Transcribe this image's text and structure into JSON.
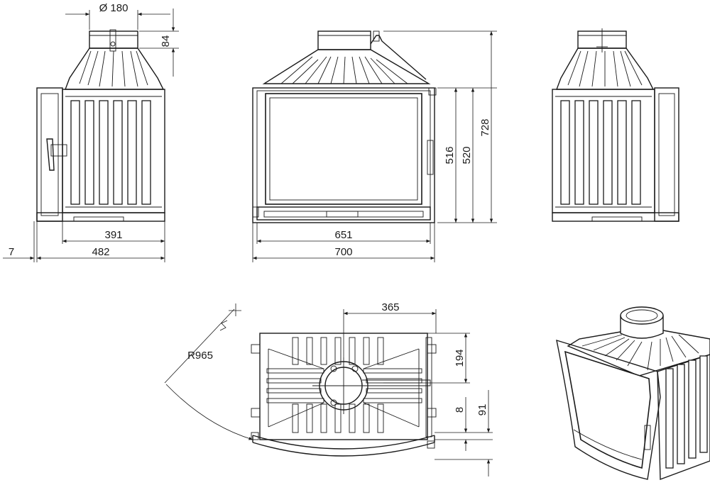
{
  "dimensions": {
    "flue_diameter": "Ø 180",
    "flue_height": "84",
    "side_width_inner": "391",
    "side_width_total": "482",
    "side_offset": "7",
    "front_width_inner": "651",
    "front_width_total": "700",
    "height_516": "516",
    "height_520": "520",
    "height_total": "728",
    "top_offset_365": "365",
    "top_depth_194": "194",
    "top_radius": "R965",
    "top_gap_8": "8",
    "top_gap_91": "91"
  },
  "views": [
    "side-view-left",
    "front-view",
    "side-view-right",
    "top-view",
    "isometric-view"
  ]
}
